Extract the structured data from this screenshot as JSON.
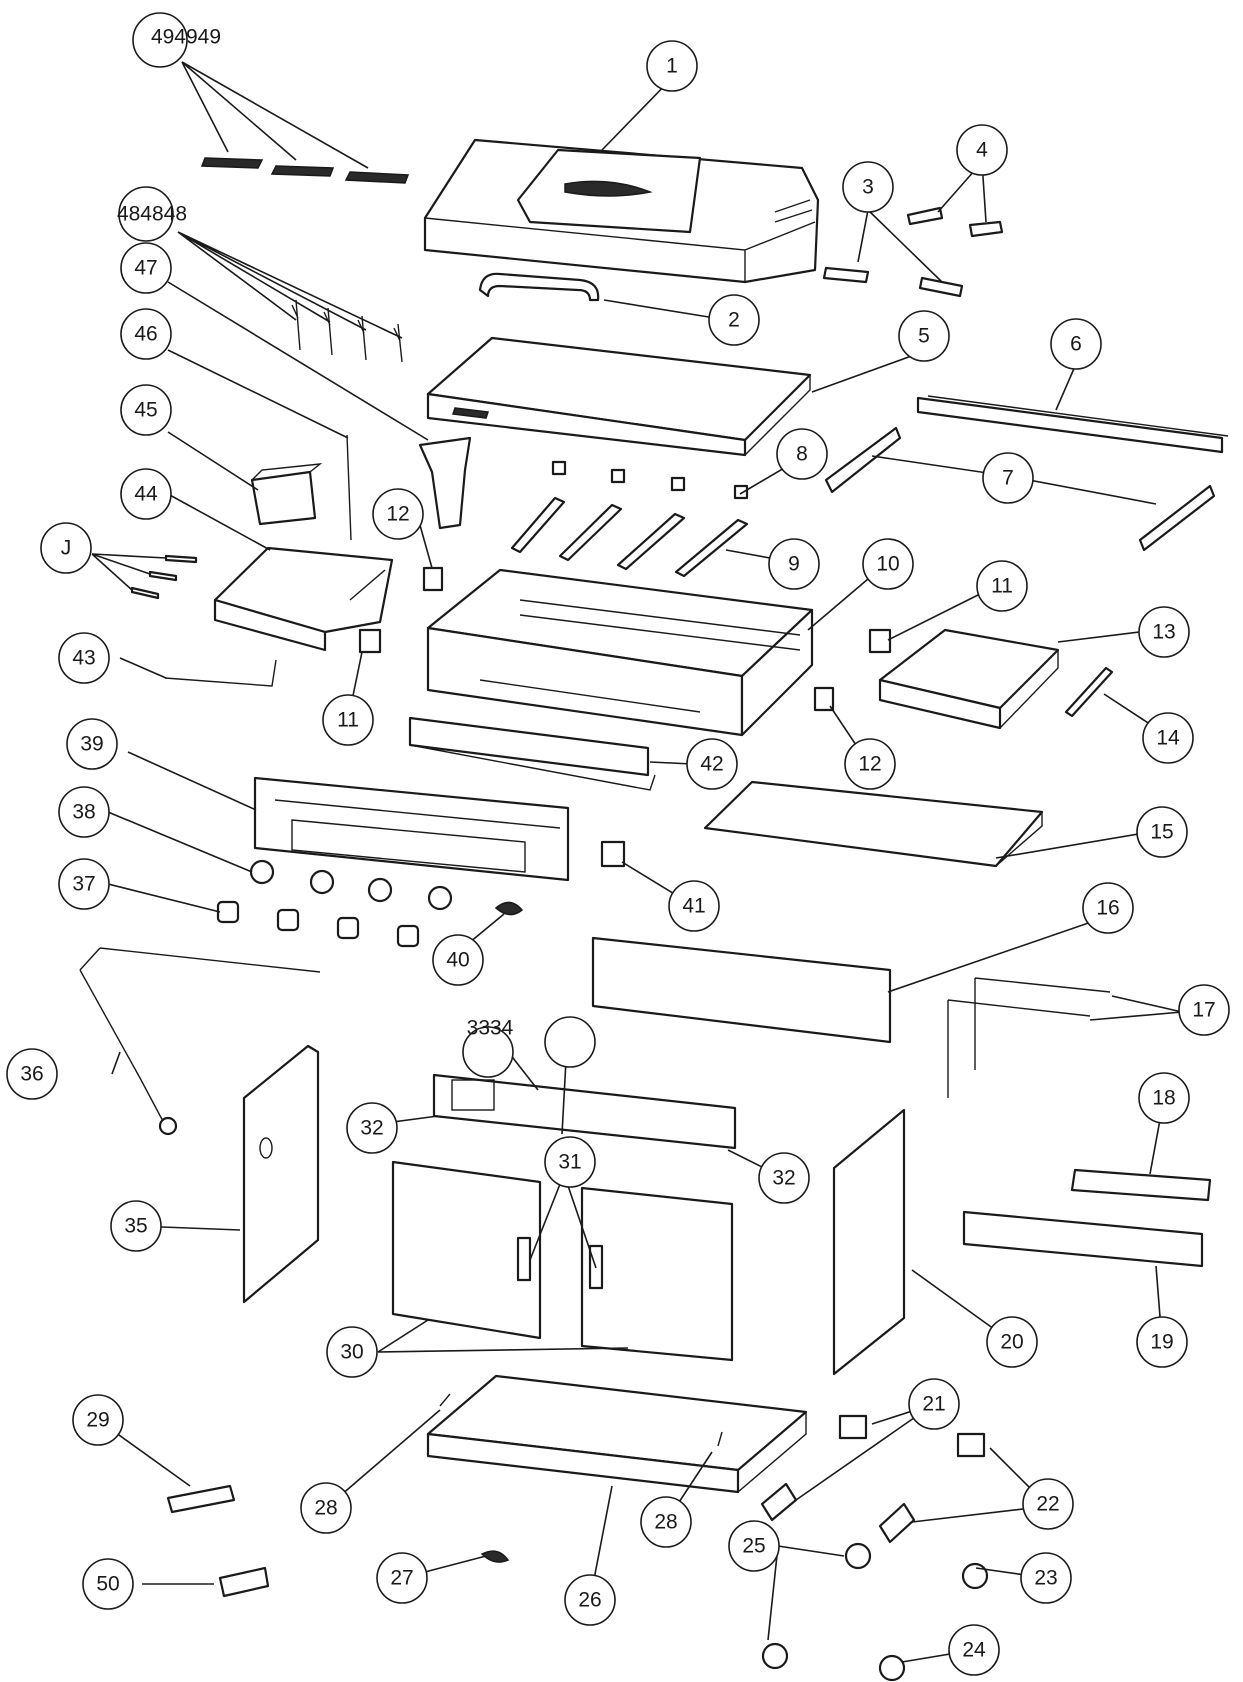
{
  "callouts": [
    {
      "key": "c494949",
      "label": "494949"
    },
    {
      "key": "c1",
      "label": "1"
    },
    {
      "key": "c4",
      "label": "4"
    },
    {
      "key": "c3",
      "label": "3"
    },
    {
      "key": "c484848",
      "label": "484848"
    },
    {
      "key": "c2",
      "label": "2"
    },
    {
      "key": "c47",
      "label": "47"
    },
    {
      "key": "c46",
      "label": "46"
    },
    {
      "key": "c5",
      "label": "5"
    },
    {
      "key": "c6",
      "label": "6"
    },
    {
      "key": "c45",
      "label": "45"
    },
    {
      "key": "c8",
      "label": "8"
    },
    {
      "key": "c7",
      "label": "7"
    },
    {
      "key": "c44",
      "label": "44"
    },
    {
      "key": "c12a",
      "label": "12"
    },
    {
      "key": "c9",
      "label": "9"
    },
    {
      "key": "c10",
      "label": "10"
    },
    {
      "key": "c11a",
      "label": "11"
    },
    {
      "key": "cJ",
      "label": "J"
    },
    {
      "key": "c13",
      "label": "13"
    },
    {
      "key": "c43",
      "label": "43"
    },
    {
      "key": "c11b",
      "label": "11"
    },
    {
      "key": "c14",
      "label": "14"
    },
    {
      "key": "c39",
      "label": "39"
    },
    {
      "key": "c42",
      "label": "42"
    },
    {
      "key": "c12b",
      "label": "12"
    },
    {
      "key": "c38",
      "label": "38"
    },
    {
      "key": "c15",
      "label": "15"
    },
    {
      "key": "c37",
      "label": "37"
    },
    {
      "key": "c41",
      "label": "41"
    },
    {
      "key": "c16",
      "label": "16"
    },
    {
      "key": "c40",
      "label": "40"
    },
    {
      "key": "c17",
      "label": "17"
    },
    {
      "key": "c3334",
      "label": "3334"
    },
    {
      "key": "cBlank",
      "label": ""
    },
    {
      "key": "c36",
      "label": "36"
    },
    {
      "key": "c18",
      "label": "18"
    },
    {
      "key": "c32a",
      "label": "32"
    },
    {
      "key": "c31",
      "label": "31"
    },
    {
      "key": "c32b",
      "label": "32"
    },
    {
      "key": "c35",
      "label": "35"
    },
    {
      "key": "c30",
      "label": "30"
    },
    {
      "key": "c20",
      "label": "20"
    },
    {
      "key": "c19",
      "label": "19"
    },
    {
      "key": "c29",
      "label": "29"
    },
    {
      "key": "c21",
      "label": "21"
    },
    {
      "key": "c28a",
      "label": "28"
    },
    {
      "key": "c22",
      "label": "22"
    },
    {
      "key": "c28b",
      "label": "28"
    },
    {
      "key": "c25",
      "label": "25"
    },
    {
      "key": "c27",
      "label": "27"
    },
    {
      "key": "c23",
      "label": "23"
    },
    {
      "key": "c50",
      "label": "50"
    },
    {
      "key": "c26",
      "label": "26"
    },
    {
      "key": "c24",
      "label": "24"
    }
  ]
}
